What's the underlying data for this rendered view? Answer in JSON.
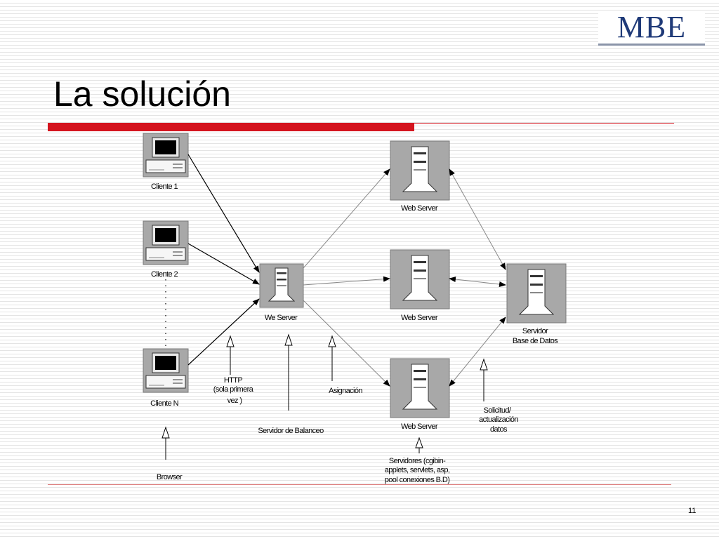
{
  "header": {
    "logo_text": "MBE",
    "title": "La solución"
  },
  "diagram": {
    "clients": [
      {
        "label": "Cliente 1"
      },
      {
        "label": "Cliente 2"
      },
      {
        "label": "Cliente N"
      }
    ],
    "balancer": {
      "label": "We Server"
    },
    "web_servers": [
      {
        "label": "Web Server"
      },
      {
        "label": "Web Server"
      },
      {
        "label": "Web Server"
      }
    ],
    "database": {
      "label_line1": "Servidor",
      "label_line2": "Base de Datos"
    },
    "annotations": {
      "http": [
        "HTTP",
        "(sola primera",
        "vez )"
      ],
      "balancing_server": "Servidor de Balanceo",
      "assignment": "Asignación",
      "request": [
        "Solicitud/",
        "actualización",
        "datos"
      ],
      "servers": [
        "Servidores (cgibin-",
        "applets, servlets, asp,",
        "pool conexiones B.D)"
      ],
      "browser": "Browser"
    }
  },
  "footer": {
    "page_number": "11"
  },
  "colors": {
    "accent_red": "#d4141e",
    "logo_blue": "#1f3a78",
    "icon_gray": "#a8a8a8"
  }
}
